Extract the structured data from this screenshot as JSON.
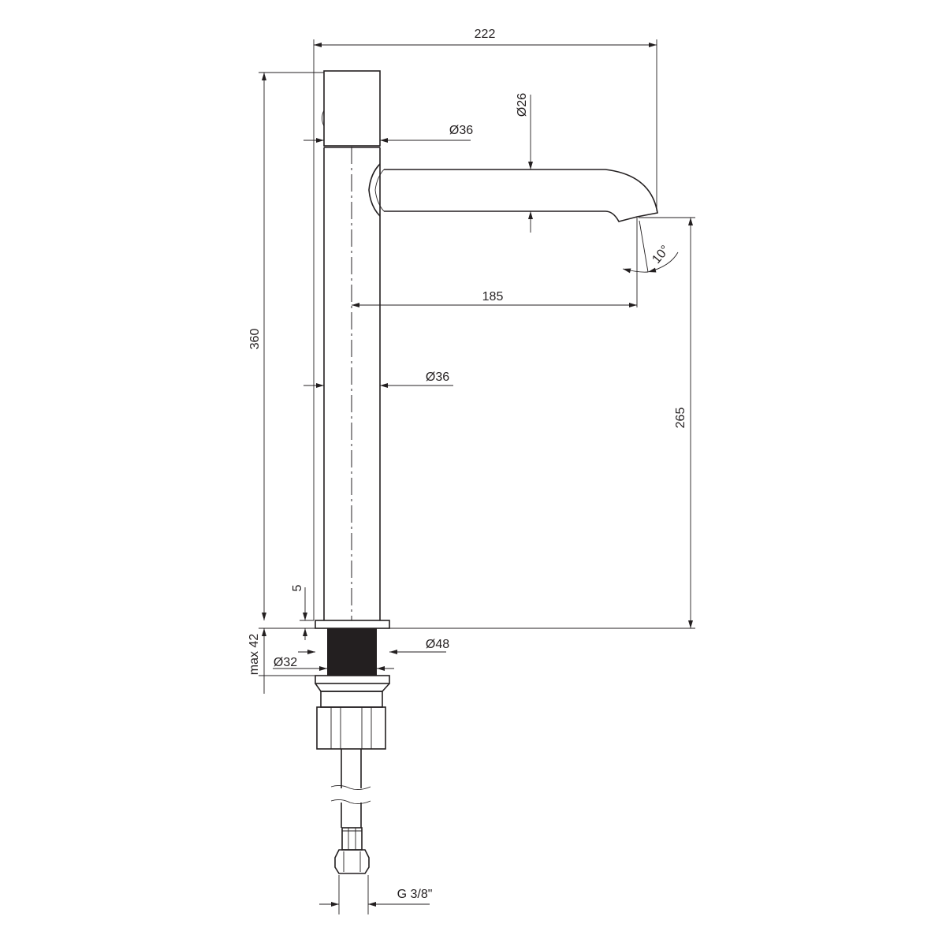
{
  "title": "Faucet technical drawing",
  "dimensions": {
    "total_width": "222",
    "total_height": "360",
    "handle_diameter": "Ø36",
    "spout_diameter": "Ø26",
    "spout_angle": "10°",
    "spout_reach": "185",
    "body_diameter": "Ø36",
    "spout_height": "265",
    "flange_height": "5",
    "max_counter_thickness": "max 42",
    "flange_diameter": "Ø48",
    "shank_diameter": "Ø32",
    "connection_thread": "G 3/8\""
  },
  "colors": {
    "line": "#231f20",
    "background": "#ffffff"
  }
}
